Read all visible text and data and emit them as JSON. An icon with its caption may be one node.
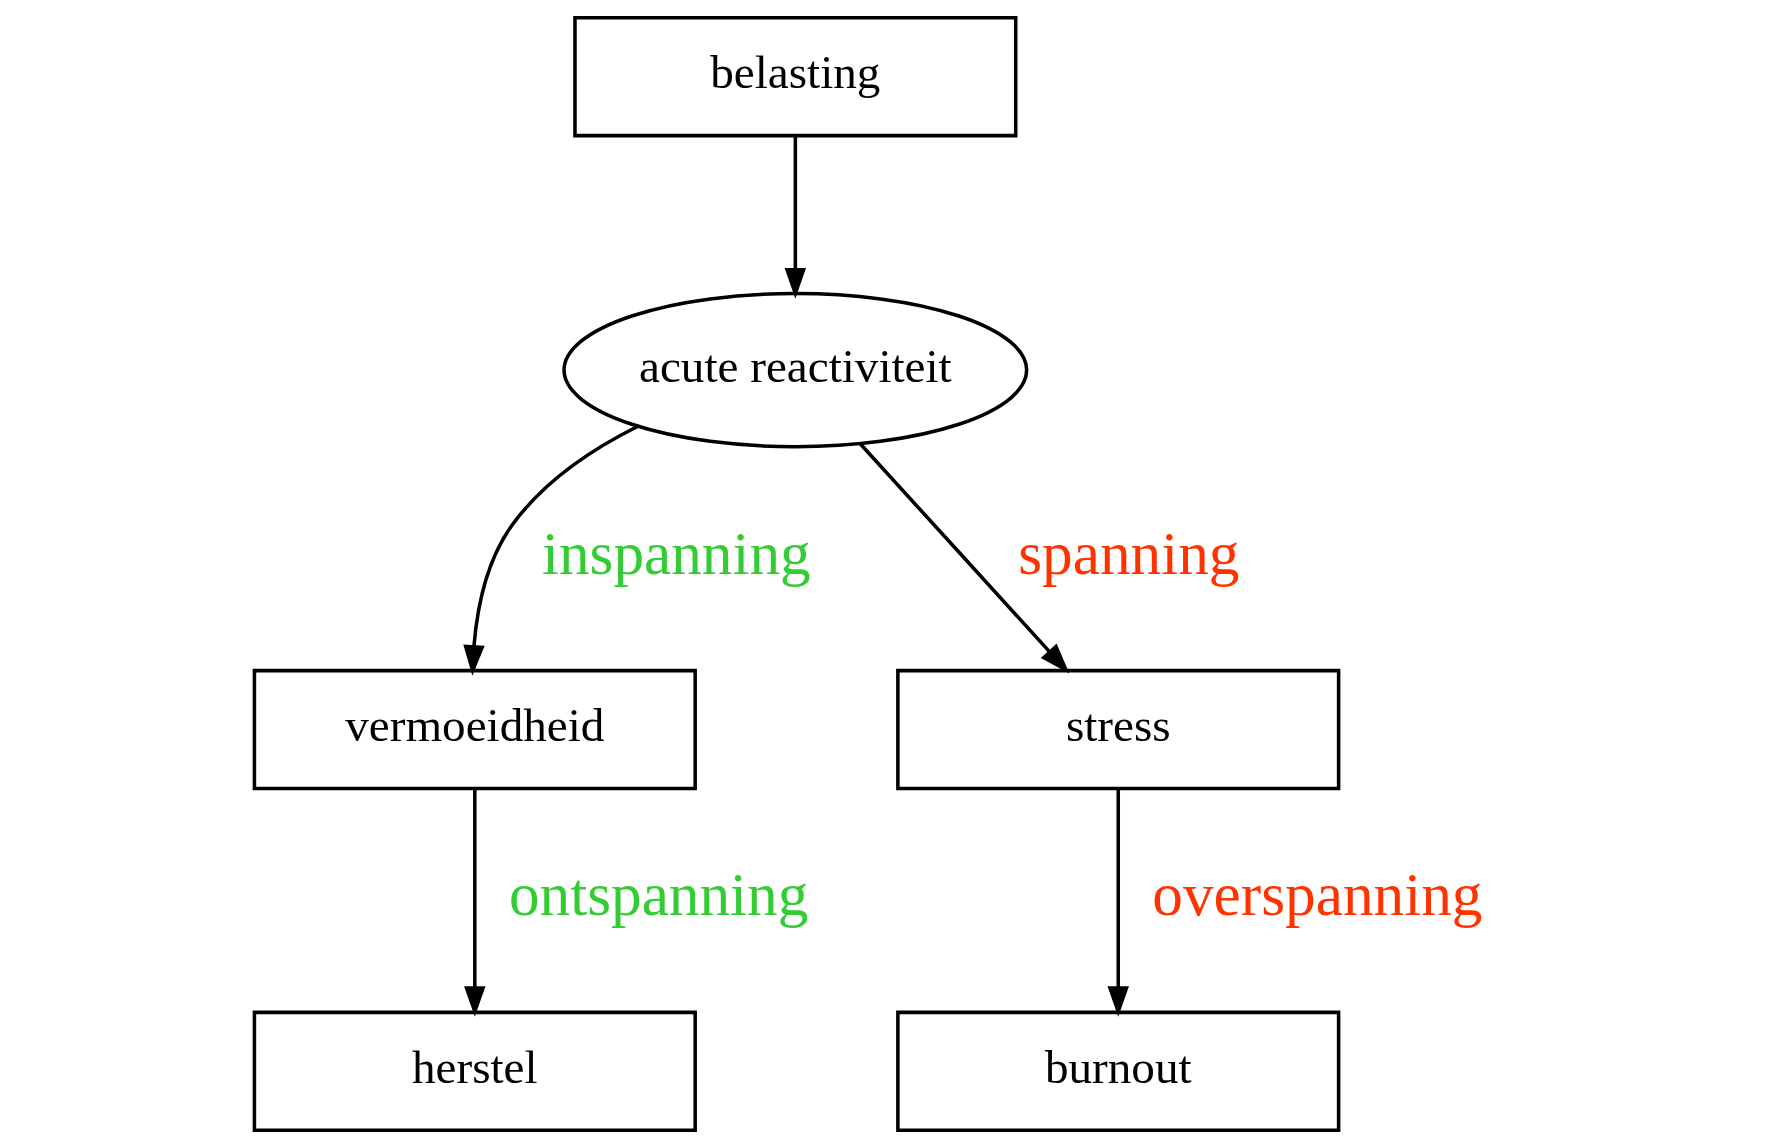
{
  "diagram": {
    "nodes": [
      {
        "text": [
          "belasting"
        ]
      },
      {
        "text": [
          "acute reactiviteit"
        ]
      },
      {
        "text": [
          "vermoeidheid"
        ]
      },
      {
        "text": [
          "stress"
        ]
      },
      {
        "text": [
          "herstel"
        ]
      },
      {
        "text": [
          "burnout"
        ]
      }
    ],
    "edges": [
      {
        "from": 0,
        "to": 1,
        "arrow": "to"
      },
      {
        "from": 1,
        "to": 2,
        "arrow": "to",
        "label": "inspanning"
      },
      {
        "from": 1,
        "to": 3,
        "arrow": "to",
        "label": "spanning"
      },
      {
        "from": 2,
        "to": 4,
        "arrow": "to",
        "label": "ontspanning"
      },
      {
        "from": 3,
        "to": 5,
        "arrow": "to",
        "label": "overspanning"
      }
    ]
  }
}
